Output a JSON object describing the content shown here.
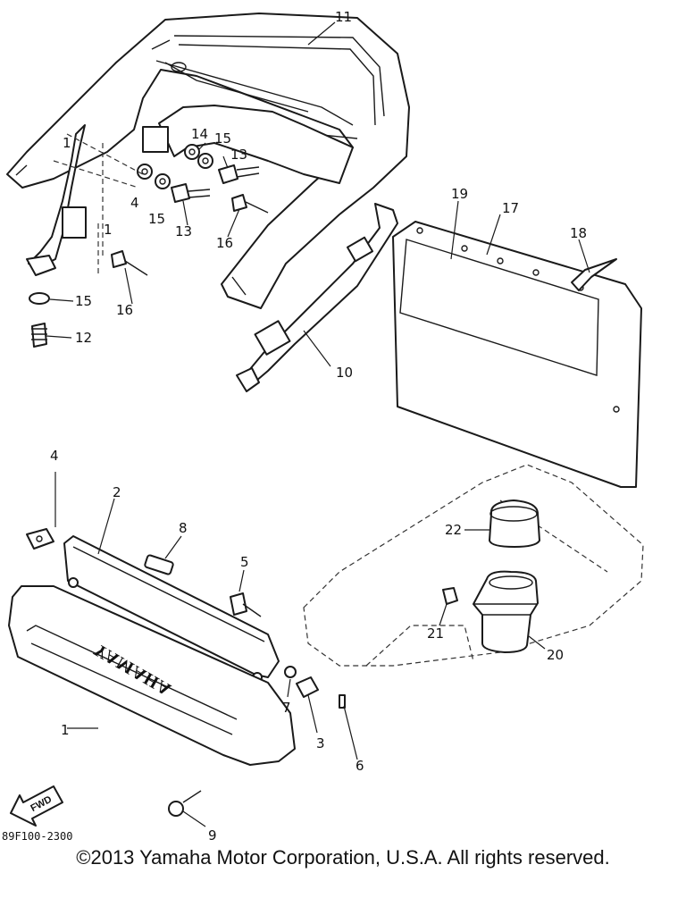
{
  "diagram_code": "89F100-2300",
  "copyright": "©2013 Yamaha Motor Corporation, U.S.A. All rights reserved.",
  "brand_mark": "YAMAHA",
  "direction_badge": "FWD",
  "callouts": {
    "c11": "11",
    "c10": "10",
    "c19": "19",
    "c17": "17",
    "c18": "18",
    "c12": "12",
    "c13a": "13",
    "c13b": "13",
    "c14": "14",
    "c15a": "15",
    "c15b": "15",
    "c15c": "15",
    "c16a": "16",
    "c16b": "16",
    "c4a": "4",
    "c4b": "4",
    "c1a": "1",
    "c1b": "1",
    "c1c": "1",
    "c2": "2",
    "c8": "8",
    "c5": "5",
    "c7": "7",
    "c3": "3",
    "c6": "6",
    "c9": "9",
    "c22": "22",
    "c21": "21",
    "c20": "20"
  }
}
